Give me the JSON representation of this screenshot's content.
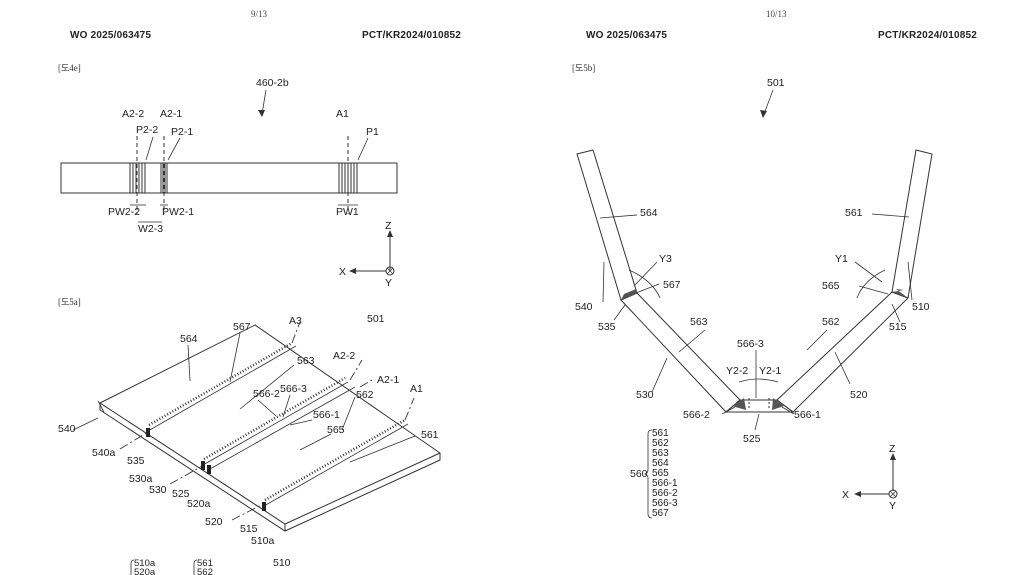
{
  "left_page": {
    "page_number": "9/13",
    "pub_number": "WO 2025/063475",
    "app_number": "PCT/KR2024/010852",
    "fig_top_label": "[도4e]",
    "fig_bottom_label": "[도5a]",
    "fig4e": {
      "ref": "460-2b",
      "labels": {
        "a2_2": "A2-2",
        "a2_1": "A2-1",
        "p2_2": "P2-2",
        "p2_1": "P2-1",
        "a1": "A1",
        "p1": "P1",
        "pw2_2": "PW2-2",
        "pw2_1": "PW2-1",
        "w2_3": "W2-3",
        "pw1": "PW1"
      },
      "axes": {
        "z": "Z",
        "x": "X",
        "y": "Y"
      }
    },
    "fig5a": {
      "labels": {
        "l564": "564",
        "l567": "567",
        "a3": "A3",
        "l501": "501",
        "l563": "563",
        "a2_2": "A2-2",
        "l566_2": "566-2",
        "l566_3": "566-3",
        "a2_1": "A2-1",
        "l566_1": "566-1",
        "l562": "562",
        "a1": "A1",
        "l565": "565",
        "l561": "561",
        "l540": "540",
        "l540a": "540a",
        "l535": "535",
        "l530a": "530a",
        "l530": "530",
        "l525": "525",
        "l520a": "520a",
        "l520": "520",
        "l515": "515",
        "l510a": "510a",
        "l510": "510"
      },
      "legend_col1": [
        "510a",
        "520a"
      ],
      "legend_col2": [
        "561",
        "562"
      ]
    }
  },
  "right_page": {
    "page_number": "10/13",
    "pub_number": "WO 2025/063475",
    "app_number": "PCT/KR2024/010852",
    "fig_label": "[도5b]",
    "fig5b": {
      "labels": {
        "l501": "501",
        "l564": "564",
        "l561": "561",
        "y3": "Y3",
        "y1": "Y1",
        "l567": "567",
        "l565": "565",
        "l540": "540",
        "l510": "510",
        "l535": "535",
        "l515": "515",
        "l563": "563",
        "l562": "562",
        "l566_3": "566-3",
        "y2_2": "Y2-2",
        "y2_1": "Y2-1",
        "l530": "530",
        "l520": "520",
        "l566_2": "566-2",
        "l566_1": "566-1",
        "l525": "525"
      },
      "group_label": "560",
      "group_items": [
        "561",
        "562",
        "563",
        "564",
        "565",
        "566-1",
        "566-2",
        "566-3",
        "567"
      ],
      "axes": {
        "z": "Z",
        "x": "X",
        "y": "Y"
      }
    }
  }
}
